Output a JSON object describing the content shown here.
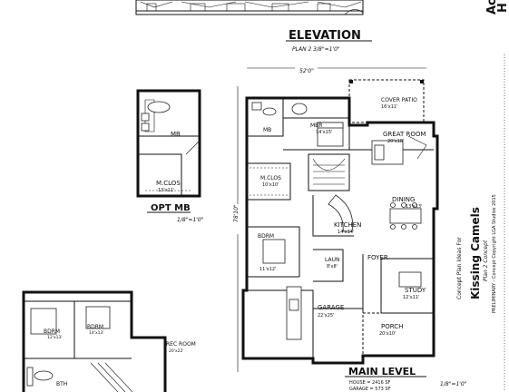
{
  "elevation": {
    "title": "ELEVATION",
    "caption": "PLAN 2  3/8\"=1'0\""
  },
  "opt_mb": {
    "caption": "OPT MB",
    "scale": "1/8\"=1'0\"",
    "rooms": {
      "mb": "MB",
      "mclos": "M.CLOS",
      "mclos_dim": "13'x11'"
    }
  },
  "main": {
    "width_dim": "52'0\"",
    "depth_dim": "78'10\"",
    "rooms": {
      "cover_patio": "COVER PATIO",
      "cover_patio_dim": "16'x11'",
      "mb": "MB",
      "mbr": "MBR",
      "mbr_dim": "14'x15'",
      "great_room": "GREAT ROOM",
      "great_room_dim": "20'x18'",
      "mclos": "M.CLOS",
      "mclos_dim": "10'x10'",
      "dining": "DINING",
      "dining_dim": "13'x13'",
      "kitchen": "KITCHEN",
      "kitchen_dim": "14'x14'",
      "bdrm": "BDRM",
      "bdrm_dim": "11'x12'",
      "laun": "LAUN",
      "laun_dim": "8'x8'",
      "foyer": "FOYER",
      "study": "STUDY",
      "study_dim": "12'x11'",
      "garage": "GARAGE",
      "garage_dim": "22'x25'",
      "porch": "PORCH",
      "porch_dim": "20'x10'"
    },
    "caption": "MAIN LEVEL",
    "scale": "1/8\"=1'0\"",
    "stats": [
      "HOUSE = 2416 SF",
      "GARAGE = 573 SF"
    ]
  },
  "lower": {
    "rooms": {
      "bdrm1": "BDRM",
      "bdrm1_dim": "12'x13'",
      "bdrm2": "BDRM",
      "bdrm2_dim": "14'x13'",
      "rec_room": "REC ROOM",
      "rec_room_dim": "20'x22'",
      "bth": "BTH"
    }
  },
  "side": {
    "line1": "Concept Plan Ideas For",
    "line2": "Kissing Camels",
    "line3": "Plan 2 Concept",
    "line4": "PRELIMINARY - Concept Copyright LGA Studios 2015",
    "corner": "Ac",
    "corner2": "H"
  }
}
